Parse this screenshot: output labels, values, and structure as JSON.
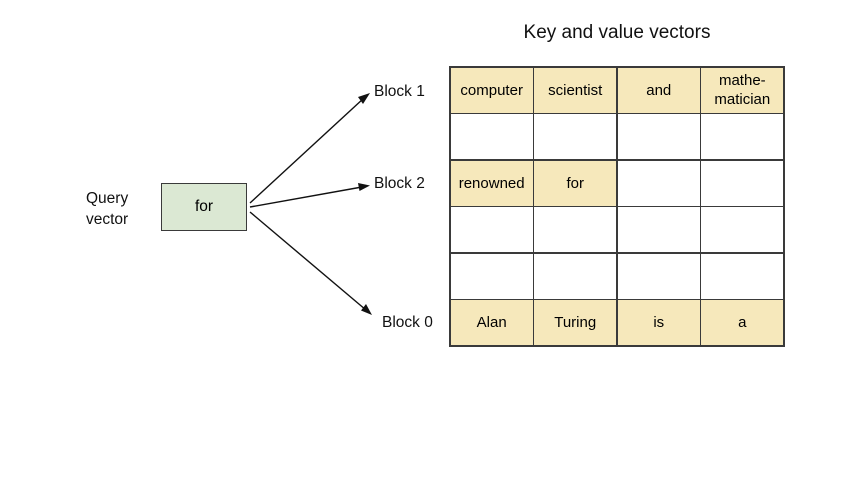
{
  "title": "Key and value vectors",
  "query": {
    "label": "Query vector",
    "box_text": "for"
  },
  "blocks": [
    {
      "label": "Block 1"
    },
    {
      "label": "Block 2"
    },
    {
      "label": "Block 0"
    }
  ],
  "table": {
    "rows": [
      {
        "cells": [
          {
            "text": "computer",
            "filled": true
          },
          {
            "text": "scientist",
            "filled": true
          },
          {
            "text": "and",
            "filled": true
          },
          {
            "text": "mathe-matician",
            "filled": true
          }
        ]
      },
      {
        "cells": [
          {
            "text": "",
            "filled": false
          },
          {
            "text": "",
            "filled": false
          },
          {
            "text": "",
            "filled": false
          },
          {
            "text": "",
            "filled": false
          }
        ]
      },
      {
        "cells": [
          {
            "text": "renowned",
            "filled": true
          },
          {
            "text": "for",
            "filled": true
          },
          {
            "text": "",
            "filled": false
          },
          {
            "text": "",
            "filled": false
          }
        ]
      },
      {
        "cells": [
          {
            "text": "",
            "filled": false
          },
          {
            "text": "",
            "filled": false
          },
          {
            "text": "",
            "filled": false
          },
          {
            "text": "",
            "filled": false
          }
        ]
      },
      {
        "cells": [
          {
            "text": "",
            "filled": false
          },
          {
            "text": "",
            "filled": false
          },
          {
            "text": "",
            "filled": false
          },
          {
            "text": "",
            "filled": false
          }
        ]
      },
      {
        "cells": [
          {
            "text": "Alan",
            "filled": true
          },
          {
            "text": "Turing",
            "filled": true
          },
          {
            "text": "is",
            "filled": true
          },
          {
            "text": "a",
            "filled": true
          }
        ]
      }
    ]
  },
  "colors": {
    "filled_cell": "#F6E8BB",
    "query_box": "#DBE8D3",
    "grid_line": "#3a3a3a",
    "arrow": "#111111"
  }
}
